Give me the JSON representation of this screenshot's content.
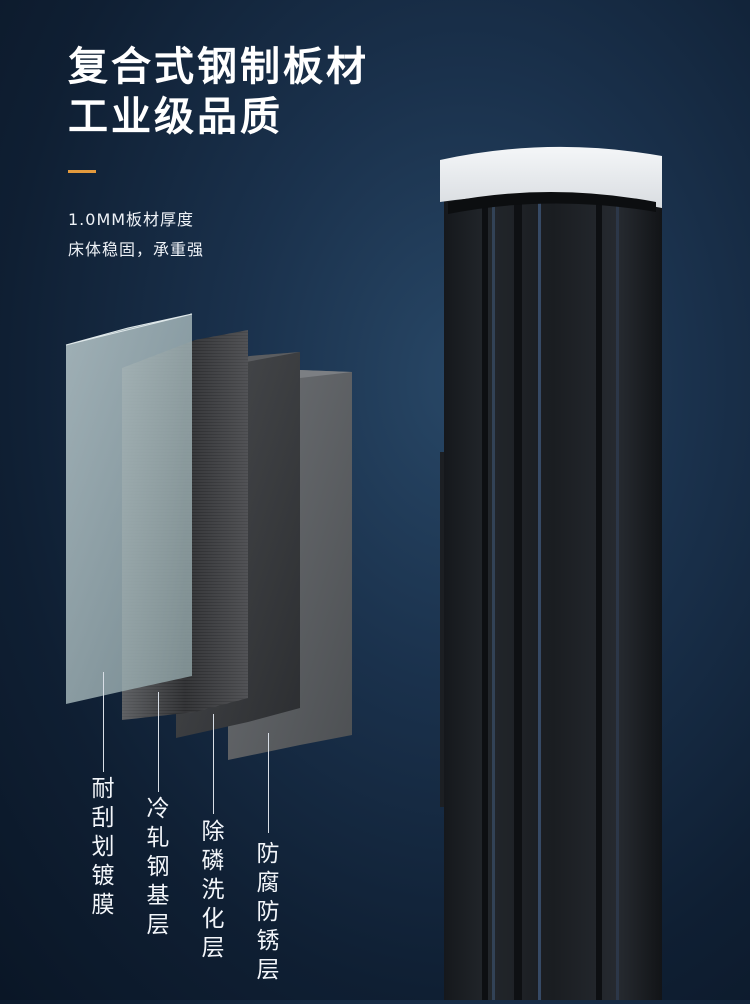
{
  "headline": {
    "line1": "复合式钢制板材",
    "line2": "工业级品质"
  },
  "accent_color": "#e39a3d",
  "subtext": {
    "line1": "1.0MM板材厚度",
    "line2": "床体稳固，承重强"
  },
  "layers": [
    {
      "label": "耐刮划镀膜"
    },
    {
      "label": "冷轧钢基层"
    },
    {
      "label": "除磷洗化层"
    },
    {
      "label": "防腐防锈层"
    }
  ]
}
